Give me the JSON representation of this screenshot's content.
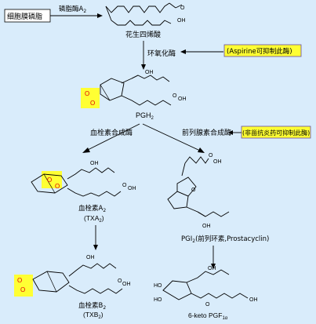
{
  "start_box": "细胞膜磷脂",
  "step1_enzyme": "磷脂酶A",
  "step1_enzyme_sub": "2",
  "arachidonic_acid_name": "花生四烯酸",
  "cox_enzyme": "环氧化酶",
  "aspirin_note": "(Aspirine可抑制此酶)",
  "pgh2_label": "PGH",
  "pgh2_sub": "2",
  "oh_label": "OH",
  "o_label": "O",
  "txa_synthase": "血栓素合成酶",
  "pgi_synthase": "前列腺素合成酶",
  "nsaid_note": "(非甾抗炎药可抑制此酶)",
  "txa2_cn": "血栓素A",
  "txa2_cn_sub": "2",
  "txa2_abbr": "(TXA",
  "txa2_abbr_sub": "2",
  "txa2_abbr_end": ")",
  "pgi2_label_pre": "PGI",
  "pgi2_label_sub": "2",
  "pgi2_label_post": "(前列环素,Prostacyclin)",
  "txb2_cn": "血栓素B",
  "txb2_cn_sub": "2",
  "txb2_abbr": "(TXB",
  "txb2_abbr_sub": "2",
  "txb2_abbr_end": ")",
  "keto_label": "6-keto PGF",
  "keto_sub": "1α",
  "ho_label": "HO",
  "colors": {
    "background": "#d9ecfb",
    "highlight": "#ffff33",
    "note_border": "#6a4aa0",
    "line": "#000000",
    "oxygen_red": "#e00000"
  }
}
